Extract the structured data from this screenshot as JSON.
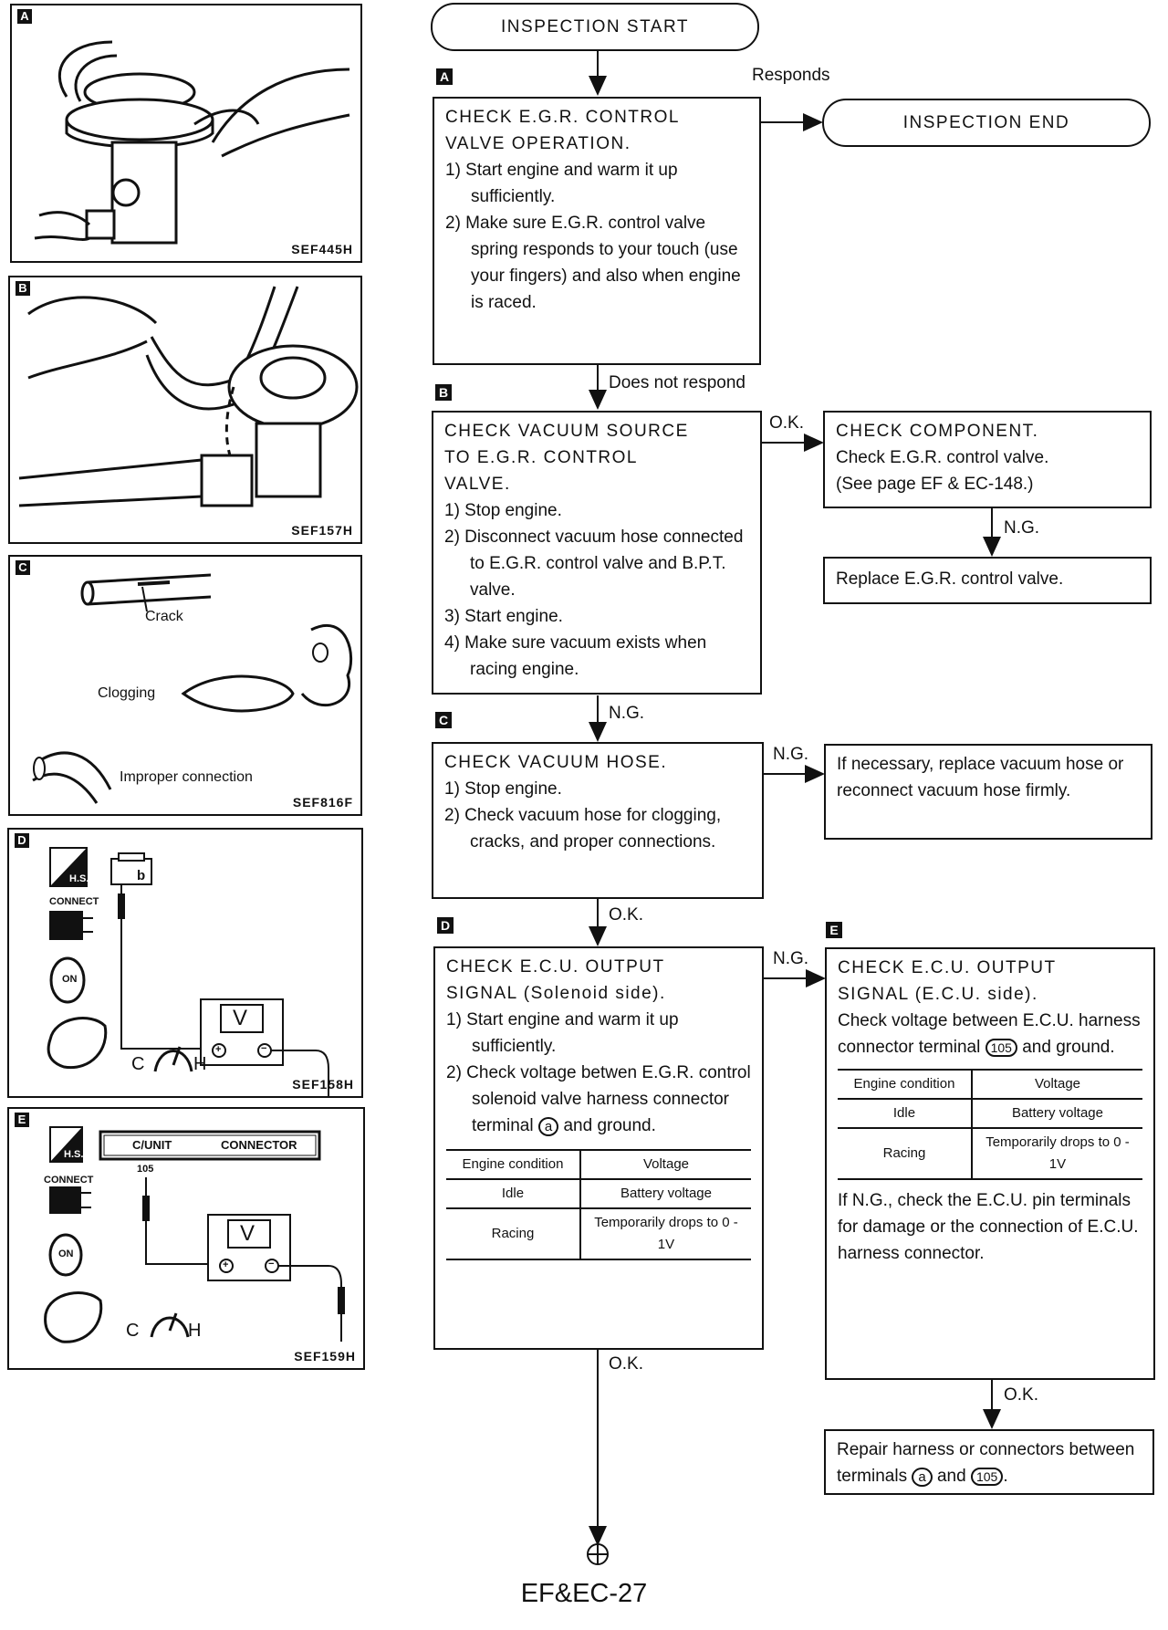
{
  "panels": {
    "A": {
      "letter": "A",
      "code": "SEF445H"
    },
    "B": {
      "letter": "B",
      "code": "SEF157H"
    },
    "C": {
      "letter": "C",
      "code": "SEF816F",
      "crack": "Crack",
      "clogging": "Clogging",
      "improper": "Improper connection"
    },
    "D": {
      "letter": "D",
      "code": "SEF158H",
      "connect": "CONNECT",
      "hs": "H.S.",
      "on": "ON",
      "meter": "V",
      "plus": "+",
      "minus": "−",
      "c": "C",
      "h": "H",
      "term": "b"
    },
    "E": {
      "letter": "E",
      "code": "SEF159H",
      "connect": "CONNECT",
      "hs": "H.S.",
      "on": "ON",
      "meter": "V",
      "plus": "+",
      "minus": "−",
      "c": "C",
      "h": "H",
      "cunit": "C/UNIT",
      "connector": "CONNECTOR",
      "pin": "105"
    }
  },
  "flow": {
    "start": "INSPECTION START",
    "end": "INSPECTION END",
    "responds": "Responds",
    "does_not_respond": "Does not respond",
    "ok1": "O.K.",
    "ng1": "N.G.",
    "ng2": "N.G.",
    "ng3": "N.G.",
    "ok2": "O.K.",
    "ng4": "N.G.",
    "ok3": "O.K.",
    "ok4": "O.K.",
    "steps": {
      "A": {
        "letter": "A",
        "title1": "CHECK  E.G.R.  CONTROL",
        "title2": "VALVE  OPERATION.",
        "s1": "1)  Start engine and warm it up sufficiently.",
        "s2": "2)  Make sure E.G.R. control valve spring responds to your touch (use your fingers) and also when engine is raced."
      },
      "B": {
        "letter": "B",
        "title1": "CHECK  VACUUM  SOURCE",
        "title2": "TO  E.G.R.  CONTROL",
        "title3": "VALVE.",
        "s1": "1)  Stop engine.",
        "s2": "2)  Disconnect vacuum hose connected to E.G.R. control valve and B.P.T. valve.",
        "s3": "3)  Start engine.",
        "s4": "4)  Make sure vacuum exists when racing engine."
      },
      "C": {
        "letter": "C",
        "title": "CHECK  VACUUM  HOSE.",
        "s1": "1)  Stop engine.",
        "s2": "2)  Check vacuum hose for clogging, cracks, and proper connections."
      },
      "D": {
        "letter": "D",
        "title1": "CHECK  E.C.U.  OUTPUT",
        "title2": "SIGNAL  (Solenoid side).",
        "s1": "1)  Start engine and warm it up sufficiently.",
        "s2a": "2)  Check voltage betwen E.G.R. control solenoid valve harness connector terminal ",
        "s2term": "a",
        "s2b": " and ground.",
        "table": {
          "h1": "Engine condition",
          "h2": "Voltage",
          "r1c1": "Idle",
          "r1c2": "Battery voltage",
          "r2c1": "Racing",
          "r2c2": "Temporarily drops to 0 - 1V"
        }
      },
      "E": {
        "letter": "E",
        "title1": "CHECK  E.C.U.  OUTPUT",
        "title2": "SIGNAL  (E.C.U. side).",
        "body1": "Check voltage between E.C.U. harness connector terminal ",
        "body_term": "105",
        "body2": " and ground.",
        "table": {
          "h1": "Engine condition",
          "h2": "Voltage",
          "r1c1": "Idle",
          "r1c2": "Battery voltage",
          "r2c1": "Racing",
          "r2c2": "Temporarily drops to 0 - 1V"
        },
        "note": "If N.G., check the E.C.U. pin terminals for damage or the connection of E.C.U. harness connector."
      }
    },
    "component": {
      "title": "CHECK  COMPONENT.",
      "l1": "Check E.G.R. control valve.",
      "l2": "(See page EF & EC-148.)"
    },
    "replace_valve": "Replace E.G.R. control valve.",
    "replace_hose": "If necessary, replace vacuum hose or reconnect vacuum hose firmly.",
    "repair": {
      "a": "Repair harness or connectors between terminals ",
      "t1": "a",
      "b": " and ",
      "t2": "105",
      "c": "."
    }
  },
  "footer": "EF&EC-27"
}
